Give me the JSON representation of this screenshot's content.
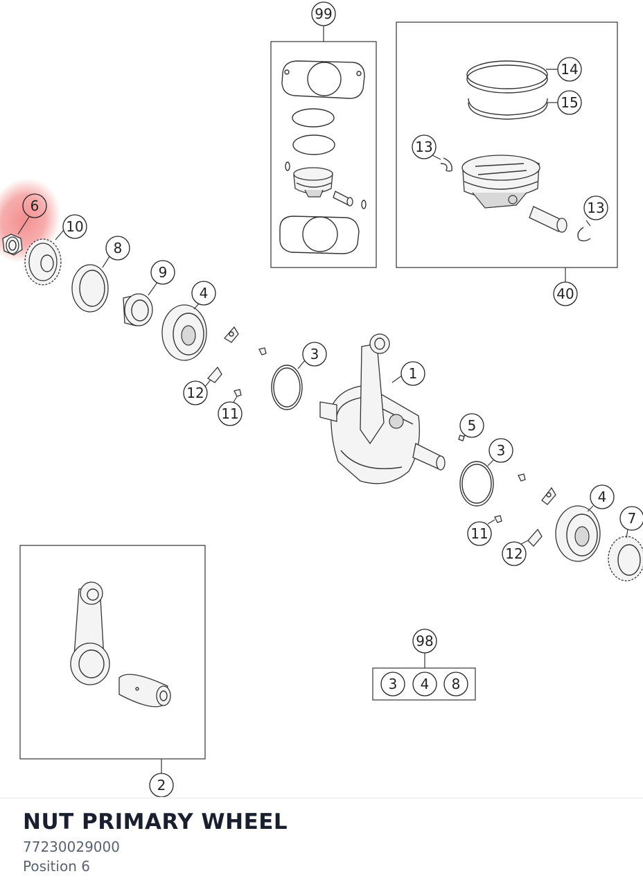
{
  "part": {
    "title": "NUT PRIMARY WHEEL",
    "part_number": "77230029000",
    "position_label": "Position 6"
  },
  "highlight_color": "#f06a6a",
  "callouts": {
    "c99": "99",
    "c14": "14",
    "c15": "15",
    "c13a": "13",
    "c13b": "13",
    "c40": "40",
    "c6": "6",
    "c10": "10",
    "c8": "8",
    "c9": "9",
    "c4a": "4",
    "c3a": "3",
    "c1": "1",
    "c12a": "12",
    "c11a": "11",
    "c5": "5",
    "c3b": "3",
    "c4b": "4",
    "c7": "7",
    "c11b": "11",
    "c12b": "12",
    "c98": "98",
    "k3": "3",
    "k4": "4",
    "k8": "8",
    "c2": "2"
  }
}
